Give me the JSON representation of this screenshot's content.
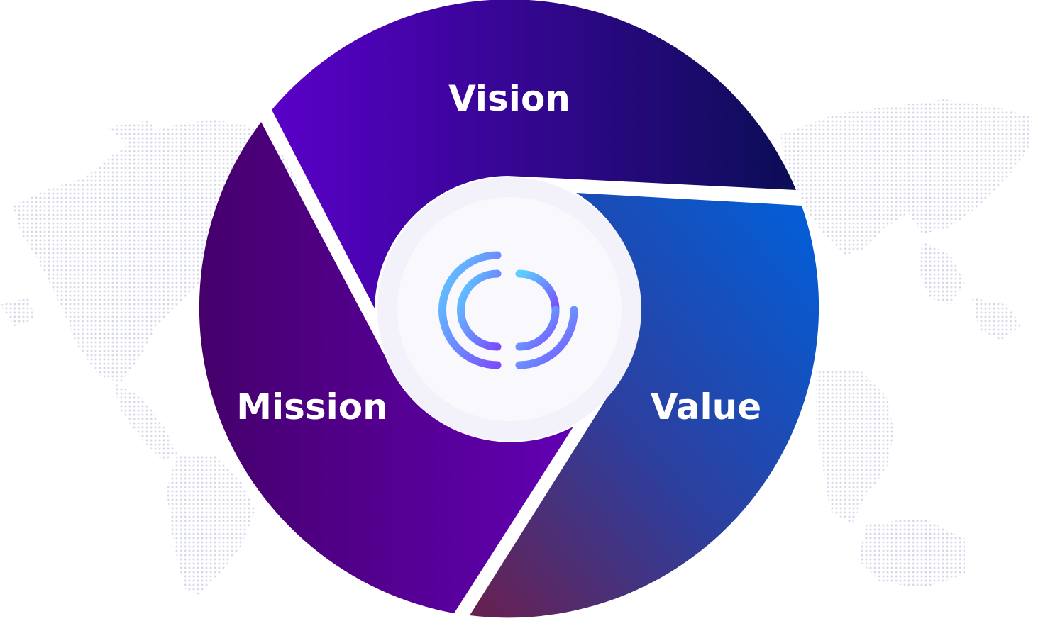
{
  "diagram": {
    "segments": [
      {
        "id": "vision",
        "label": "Vision",
        "gradient": [
          "#5a00c8",
          "#0b0d55"
        ]
      },
      {
        "id": "mission",
        "label": "Mission",
        "gradient": [
          "#45006b",
          "#6200b4"
        ]
      },
      {
        "id": "value",
        "label": "Value",
        "gradient": [
          "#6a1f4e",
          "#0060db"
        ]
      }
    ],
    "logo": {
      "name": "eb-globe-logo",
      "colors": [
        "#5cd0ff",
        "#7a4dff"
      ]
    },
    "background": {
      "name": "dotted-world-map",
      "color": "#d5d9ea"
    }
  }
}
